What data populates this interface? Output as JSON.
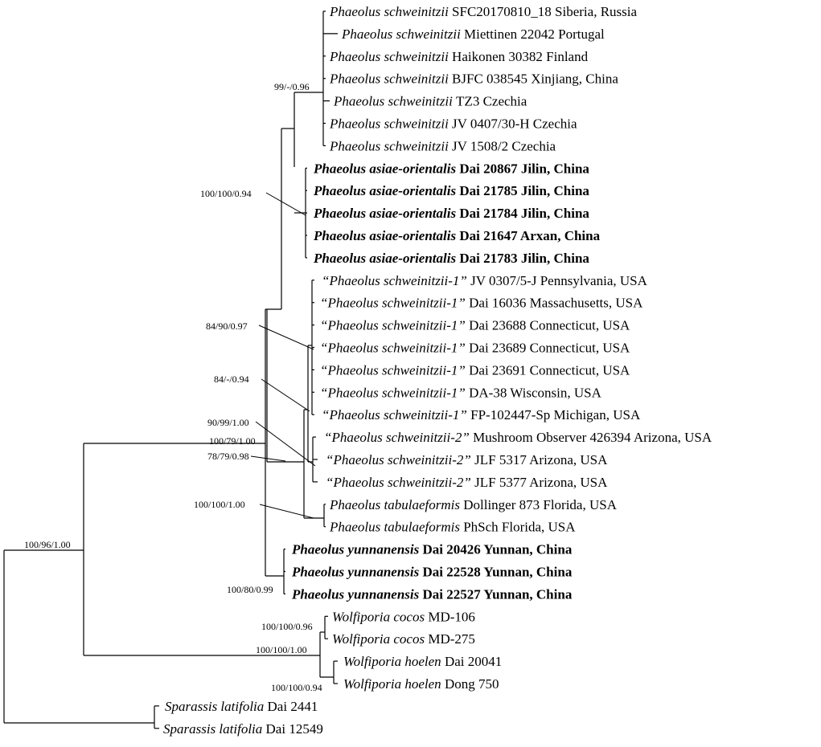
{
  "tree": {
    "taxa": [
      {
        "species": "Phaeolus schweinitzii",
        "rest": "SFC20170810_18 Siberia, Russia",
        "bold": false
      },
      {
        "species": "Phaeolus schweinitzii",
        "rest": "Miettinen 22042 Portugal",
        "bold": false
      },
      {
        "species": "Phaeolus schweinitzii",
        "rest": "Haikonen 30382 Finland",
        "bold": false
      },
      {
        "species": "Phaeolus schweinitzii",
        "rest": "BJFC 038545 Xinjiang, China",
        "bold": false
      },
      {
        "species": "Phaeolus schweinitzii",
        "rest": "TZ3 Czechia",
        "bold": false
      },
      {
        "species": "Phaeolus schweinitzii",
        "rest": "JV 0407/30-H Czechia",
        "bold": false
      },
      {
        "species": "Phaeolus schweinitzii",
        "rest": "JV 1508/2 Czechia",
        "bold": false
      },
      {
        "species": "Phaeolus asiae-orientalis",
        "rest": "Dai 20867 Jilin, China",
        "bold": true
      },
      {
        "species": "Phaeolus asiae-orientalis",
        "rest": "Dai 21785 Jilin, China",
        "bold": true
      },
      {
        "species": "Phaeolus asiae-orientalis",
        "rest": "Dai 21784 Jilin, China",
        "bold": true
      },
      {
        "species": "Phaeolus asiae-orientalis",
        "rest": "Dai 21647 Arxan, China",
        "bold": true
      },
      {
        "species": "Phaeolus asiae-orientalis",
        "rest": "Dai 21783 Jilin, China",
        "bold": true
      },
      {
        "species": "“Phaeolus schweinitzii-1”",
        "rest": "JV 0307/5-J Pennsylvania, USA",
        "bold": false
      },
      {
        "species": "“Phaeolus schweinitzii-1”",
        "rest": "Dai 16036 Massachusetts, USA",
        "bold": false
      },
      {
        "species": "“Phaeolus schweinitzii-1”",
        "rest": "Dai 23688 Connecticut, USA",
        "bold": false
      },
      {
        "species": "“Phaeolus schweinitzii-1”",
        "rest": "Dai 23689 Connecticut, USA",
        "bold": false
      },
      {
        "species": "“Phaeolus schweinitzii-1”",
        "rest": "Dai 23691 Connecticut, USA",
        "bold": false
      },
      {
        "species": "“Phaeolus schweinitzii-1”",
        "rest": "DA-38 Wisconsin, USA",
        "bold": false
      },
      {
        "species": "“Phaeolus schweinitzii-1”",
        "rest": "FP-102447-Sp Michigan, USA",
        "bold": false
      },
      {
        "species": "“Phaeolus schweinitzii-2”",
        "rest": "Mushroom Observer 426394 Arizona, USA",
        "bold": false
      },
      {
        "species": "“Phaeolus schweinitzii-2”",
        "rest": "JLF 5317 Arizona, USA",
        "bold": false
      },
      {
        "species": "“Phaeolus schweinitzii-2”",
        "rest": "JLF 5377 Arizona, USA",
        "bold": false
      },
      {
        "species": "Phaeolus tabulaeformis",
        "rest": "Dollinger 873 Florida, USA",
        "bold": false
      },
      {
        "species": "Phaeolus tabulaeformis",
        "rest": "PhSch Florida, USA",
        "bold": false
      },
      {
        "species": "Phaeolus yunnanensis",
        "rest": "Dai 20426 Yunnan, China",
        "bold": true
      },
      {
        "species": "Phaeolus yunnanensis",
        "rest": "Dai 22528 Yunnan, China",
        "bold": true
      },
      {
        "species": "Phaeolus yunnanensis",
        "rest": "Dai 22527 Yunnan, China",
        "bold": true
      },
      {
        "species": "Wolfiporia cocos",
        "rest": "MD-106",
        "bold": false
      },
      {
        "species": "Wolfiporia cocos",
        "rest": "MD-275",
        "bold": false
      },
      {
        "species": "Wolfiporia hoelen",
        "rest": "Dai 20041",
        "bold": false
      },
      {
        "species": "Wolfiporia hoelen",
        "rest": "Dong 750",
        "bold": false
      },
      {
        "species": "Sparassis latifolia",
        "rest": "Dai 2441",
        "bold": false
      },
      {
        "species": "Sparassis latifolia",
        "rest": "Dai 12549",
        "bold": false
      }
    ],
    "supports": [
      "99/-/0.96",
      "100/100/0.94",
      "84/90/0.97",
      "84/-/0.94",
      "90/99/1.00",
      "100/79/1.00",
      "78/79/0.98",
      "100/100/1.00",
      "100/96/1.00",
      "100/80/0.99",
      "100/100/0.96",
      "100/100/1.00",
      "100/100/0.94"
    ]
  }
}
